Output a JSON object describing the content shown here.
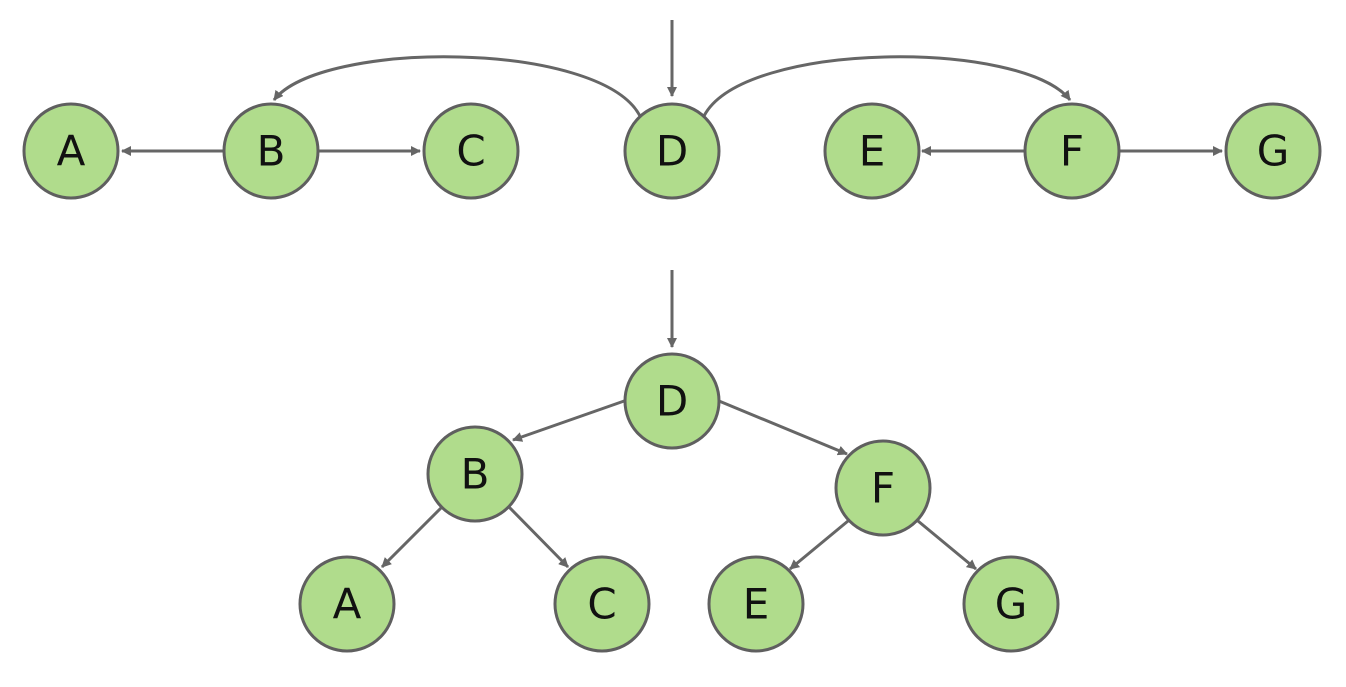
{
  "diagram": {
    "colors": {
      "node_fill": "#b0dc8c",
      "node_stroke": "#5f5f5f",
      "edge": "#666666",
      "label": "#111111"
    },
    "list_view": {
      "root": "D",
      "nodes": [
        "A",
        "B",
        "C",
        "D",
        "E",
        "F",
        "G"
      ],
      "edges": [
        {
          "from": "B",
          "to": "A"
        },
        {
          "from": "B",
          "to": "C"
        },
        {
          "from": "D",
          "to": "B"
        },
        {
          "from": "D",
          "to": "F"
        },
        {
          "from": "F",
          "to": "E"
        },
        {
          "from": "F",
          "to": "G"
        }
      ]
    },
    "tree_view": {
      "root": "D",
      "nodes": [
        "D",
        "B",
        "F",
        "A",
        "C",
        "E",
        "G"
      ],
      "edges": [
        {
          "from": "D",
          "to": "B"
        },
        {
          "from": "D",
          "to": "F"
        },
        {
          "from": "B",
          "to": "A"
        },
        {
          "from": "B",
          "to": "C"
        },
        {
          "from": "F",
          "to": "E"
        },
        {
          "from": "F",
          "to": "G"
        }
      ]
    }
  }
}
